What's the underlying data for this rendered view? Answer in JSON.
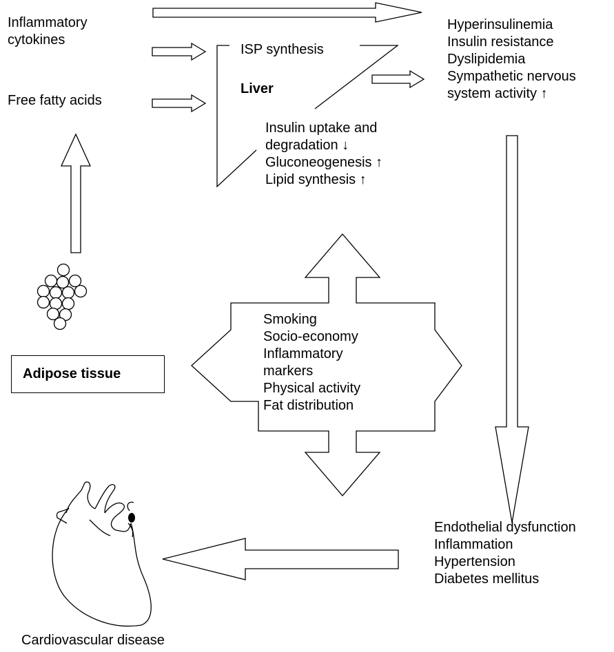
{
  "inputs": {
    "cytokines": [
      "Inflammatory",
      "cytokines"
    ],
    "fatty_acids": "Free fatty acids"
  },
  "liver": {
    "label": "Liver",
    "isp": "ISP synthesis",
    "effects": [
      "Insulin uptake and",
      "degradation ↓",
      "Gluconeogenesis ↑",
      "Lipid synthesis ↑"
    ]
  },
  "metabolic": [
    "Hyperinsulinemia",
    "Insulin resistance",
    "Dyslipidemia",
    "Sympathetic nervous",
    "system activity ↑"
  ],
  "center_factors": [
    "Smoking",
    "Socio-economy",
    "Inflammatory",
    "markers",
    "Physical activity",
    "Fat distribution"
  ],
  "adipose": {
    "label": "Adipose tissue"
  },
  "vascular": [
    "Endothelial dysfunction",
    "Inflammation",
    "Hypertension",
    "Diabetes mellitus"
  ],
  "heart": {
    "label": "Cardiovascular disease"
  }
}
